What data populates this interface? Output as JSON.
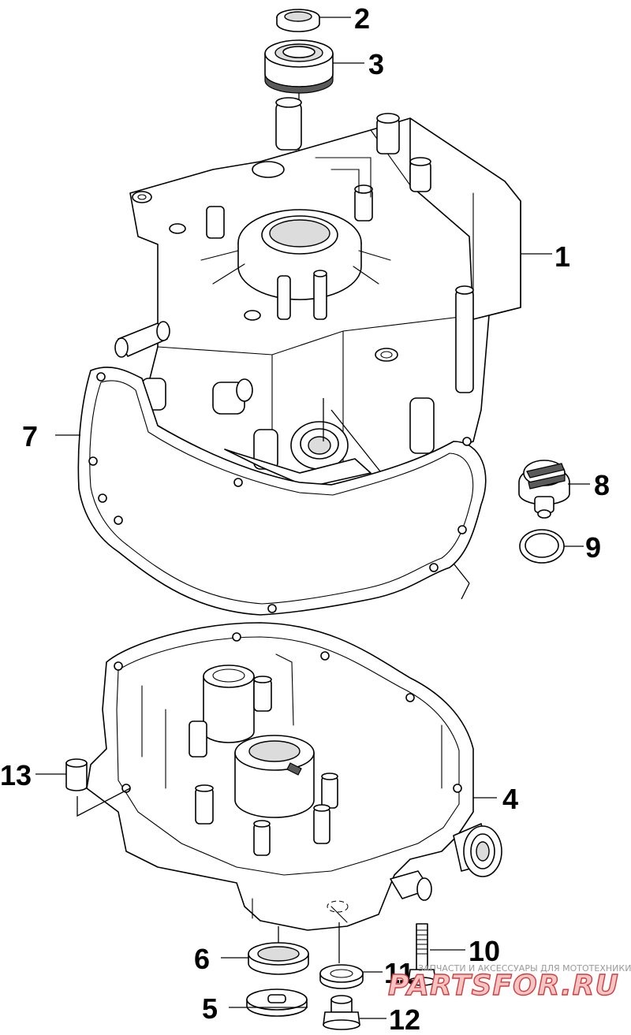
{
  "labels": [
    {
      "id": "1",
      "text": "1"
    },
    {
      "id": "2",
      "text": "2"
    },
    {
      "id": "3",
      "text": "3"
    },
    {
      "id": "4",
      "text": "4"
    },
    {
      "id": "5",
      "text": "5"
    },
    {
      "id": "6",
      "text": "6"
    },
    {
      "id": "7",
      "text": "7"
    },
    {
      "id": "8",
      "text": "8"
    },
    {
      "id": "9",
      "text": "9"
    },
    {
      "id": "10",
      "text": "10"
    },
    {
      "id": "11",
      "text": "11"
    },
    {
      "id": "12",
      "text": "12"
    },
    {
      "id": "13",
      "text": "13"
    }
  ],
  "watermark": {
    "tagline": "ЗАПЧАСТИ И АКСЕССУАРЫ ДЛЯ МОТОТЕХНИКИ",
    "logo": "PARTSFOR.RU",
    "colors": {
      "logo_fill": "#f3c6c6",
      "logo_stroke": "#d73a3a"
    }
  }
}
